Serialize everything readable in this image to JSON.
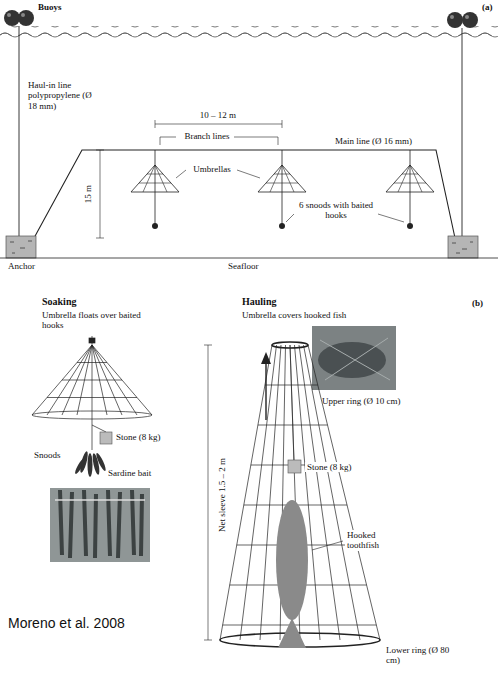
{
  "diagram": {
    "labels": [
      "Buoys",
      "(a)",
      "Haul-in line polypropylene (Ø 18 mm)",
      "10 – 12 m",
      "Branch lines",
      "Main line (Ø 16 mm)",
      "15 m",
      "Umbrellas",
      "6 snoods with baited hooks",
      "Anchor",
      "Seafloor",
      "Soaking",
      "Umbrella floats over baited hooks",
      "Snoods",
      "Stone (8 kg)",
      "Sardine bait",
      "Hauling",
      "Umbrella covers hooked fish",
      "(b)",
      "Upper ring (Ø 10 cm)",
      "Net sleeve 1.5 – 2 m",
      "Stone (8 kg)",
      "Hooked toothfish",
      "Lower ring (Ø 80 cm)",
      "Moreno et al. 2008"
    ]
  }
}
